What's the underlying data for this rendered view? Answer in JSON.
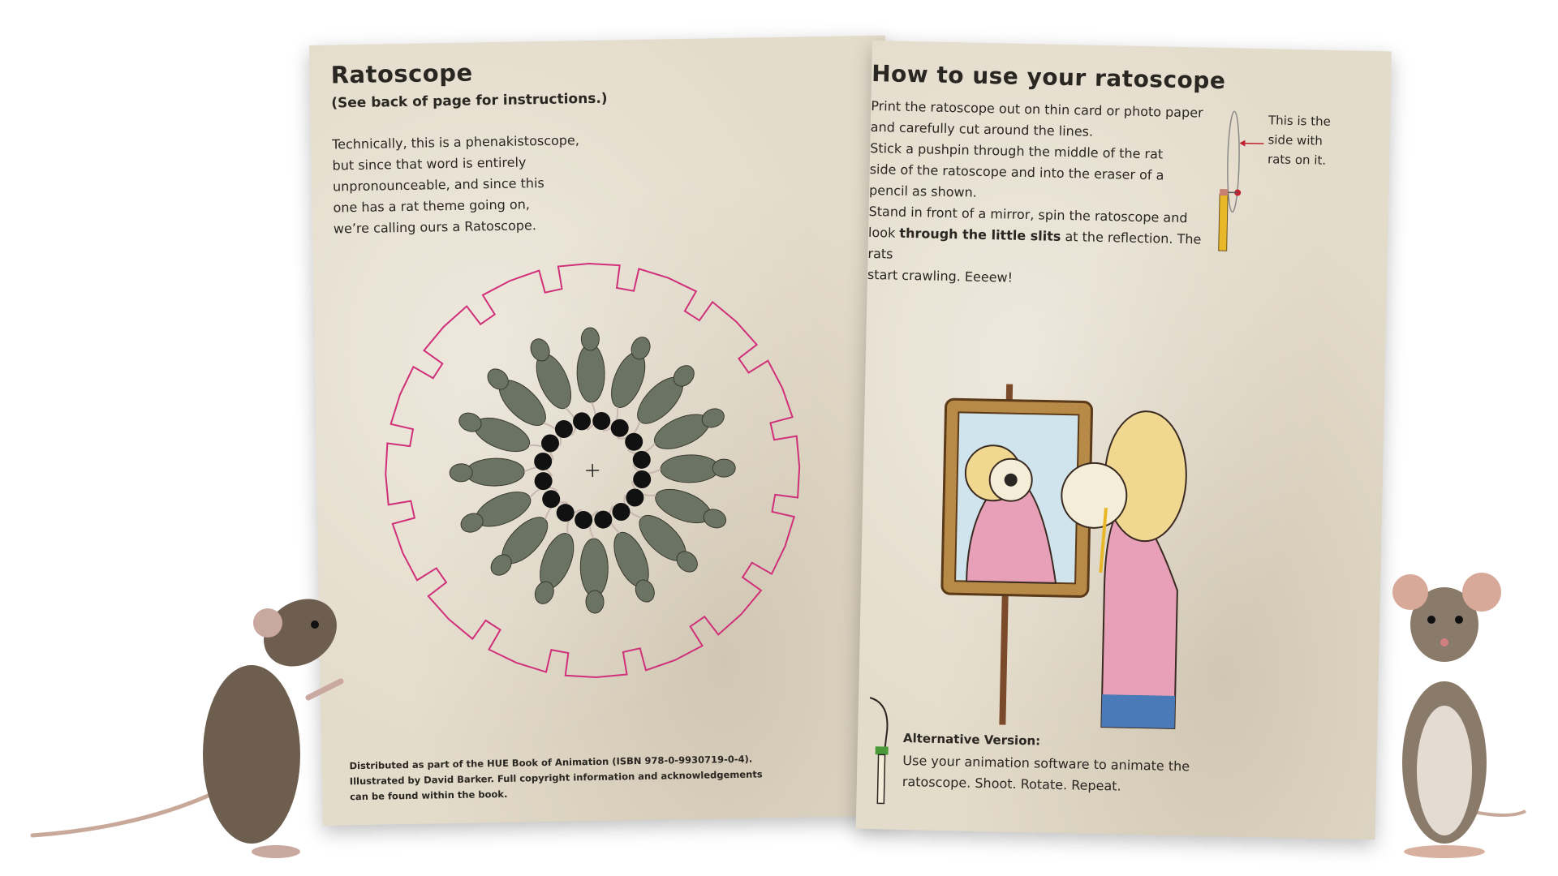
{
  "left_page": {
    "title": "Ratoscope",
    "subtitle": "(See back of page for instructions.)",
    "intro_lines": [
      "Technically, this is a phenakistoscope,",
      "but since that word is entirely",
      "unpronounceable, and since this",
      "one has a rat theme going on,",
      "we’re calling ours a Ratoscope."
    ],
    "footer_lines": [
      "Distributed as part of the HUE Book of Animation (ISBN 978-0-9930719-0-4).",
      "Illustrated by David Barker. Full copyright information and acknowledgements",
      "can be found within the book."
    ]
  },
  "right_page": {
    "title": "How to use your ratoscope",
    "steps": [
      {
        "text": "Print the ratoscope out on thin card or photo paper",
        "bold": ""
      },
      {
        "text": "and carefully cut around the lines.",
        "bold": ""
      },
      {
        "text": "Stick a pushpin through the middle of the rat",
        "bold": ""
      },
      {
        "text": "side of the ratoscope and into the eraser of a",
        "bold": ""
      },
      {
        "text": "pencil as shown.",
        "bold": ""
      },
      {
        "text": "Stand in front of a mirror, spin the ratoscope and",
        "bold": ""
      },
      {
        "text": "look ",
        "bold": "through the little slits",
        "after": " at the reflection. The rats"
      },
      {
        "text": "start crawling. Eeeew!",
        "bold": ""
      }
    ],
    "side_note_lines": [
      "This is the",
      "side with",
      "rats on it."
    ],
    "alternative_title": "Alternative Version:",
    "alternative_lines": [
      "Use your animation software to animate the",
      "ratoscope. Shoot. Rotate. Repeat."
    ]
  },
  "colors": {
    "paper": "#e4dccb",
    "cut_line": "#d0307a",
    "rat_body": "#6b7462",
    "ink": "#2a2622"
  },
  "icons": {
    "disc": "ratoscope-disc-icon",
    "mirror": "mirror-illustration-icon",
    "pencil": "pencil-pushpin-icon",
    "rats": "rat-photo-icon"
  }
}
